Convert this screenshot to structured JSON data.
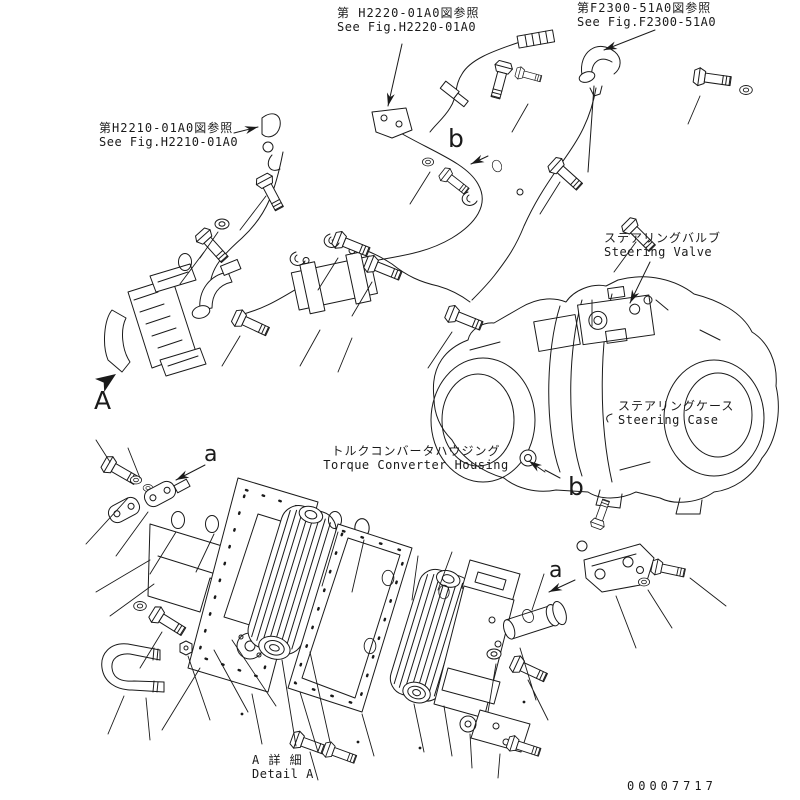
{
  "figure": {
    "type": "exploded parts diagram",
    "subject": "oil cooler, piping and torque converter housing"
  },
  "labels": {
    "fig_h2220": {
      "jp": "第 H2220-01A0図参照",
      "en": "See Fig.H2220-01A0"
    },
    "fig_f2300": {
      "jp": "第F2300-51A0図参照",
      "en": "See Fig.F2300-51A0"
    },
    "fig_h2210": {
      "jp": "第H2210-01A0図参照",
      "en": "See Fig.H2210-01A0"
    },
    "steering_valve": {
      "jp": "ステアリングバルブ",
      "en": "Steering Valve"
    },
    "steering_case": {
      "jp": "ステアリングケース",
      "en": "Steering Case"
    },
    "torque_converter_housing": {
      "jp": "トルクコンバータハウジング",
      "en": "Torque Converter Housing"
    },
    "detail_a": {
      "jp": "A 詳 細",
      "en": "Detail A"
    }
  },
  "markers": {
    "view_a": "A",
    "detail_a_top": "a",
    "detail_a_right": "a",
    "section_b_top": "b",
    "section_b_bottom": "b"
  },
  "part_number": "00007717",
  "colors": {
    "line": "#1a1a1a",
    "background": "#ffffff"
  }
}
